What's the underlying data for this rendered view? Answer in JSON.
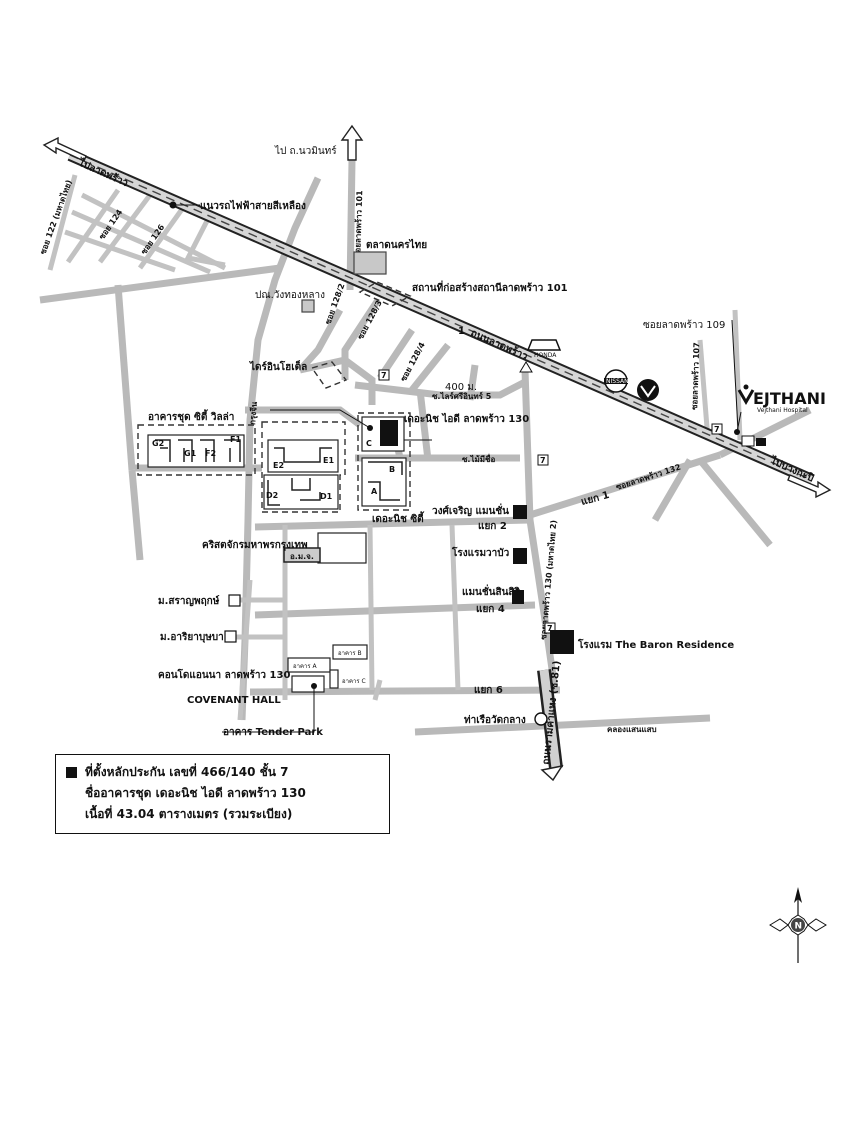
{
  "map": {
    "directions": {
      "to_lat_phrao": "ไปลาดพร้าว",
      "to_nawamin": "ไป ถ.นวมินทร์",
      "to_bang_kapi": "ไปบางกะปิ"
    },
    "roads": {
      "main_road": "ถนนลาดพร้าว",
      "main_road_number": "1",
      "ramkhamhaeng": "ถนนรามคำแหง (ซ.81)",
      "soi_122": "ซอย 122 (มหาดไทย)",
      "soi_124": "ซอย 124",
      "soi_126": "ซอย 126",
      "soi_101": "ซอยลาดพร้าว 101",
      "soi_128_2": "ซอย 128/2",
      "soi_128_3": "ซอย 128/3",
      "soi_128_4": "ซอย 128/4",
      "krungkhuen": "กรุงจีน",
      "soi_109": "ซอยลาดพร้าว 109",
      "soi_107": "ซอยลาดพร้าว 107",
      "soi_132": "ซอยลาดพร้าว 132",
      "soi_130": "ซอยลาดพร้าว 130 (มหาดไทย 2)",
      "sai_mi_sue": "ซ.ไม้มีชื่อ",
      "lai_sri_in_sor": "ซ.ไลร์ศรีอินทร์ 5",
      "yaek1": "แยก 1",
      "yaek2": "แยก 2",
      "yaek4": "แยก 4",
      "yaek6": "แยก 6",
      "canal": "คลองแสนแสบ",
      "distance": "400 ม."
    },
    "landmarks": {
      "yellow_line": "แนวรถไฟฟ้าสายสีเหลือง",
      "nakornthai_market": "ตลาดนครไทย",
      "station_site": "สถานที่ก่อสร้างสถานีลาดพร้าว 101",
      "wang_thong_lang": "ปณ.วังทองหลาง",
      "dry_rin": "ไดร์อินโฮเต็ล",
      "citi_villa": "อาคารชุด ซิตี้ วิลล่า",
      "the_niche_id": "เดอะนิช ไอดี ลาดพร้าว 130",
      "the_niche_citi": "เดอะนิช ซิตี้",
      "wongcharoen": "วงศ์เจริญ แมนชั่น",
      "church": "คริสตจักรมหาพรกรุงเทพ",
      "church_box": "อ.ม.จ.",
      "rama_bua": "โรงแรมวาบัว",
      "mansion_sinsiri": "แมนชั่นสินสิริ",
      "baron": "โรงแรม The Baron Residence",
      "saranphruek": "ม.สราญพฤกษ์",
      "arriya": "ม.อาริยาบุษบา",
      "condo_ana": "คอนโดแอนนา ลาดพร้าว 130",
      "covenant": "COVENANT HALL",
      "tender_park": "อาคาร Tender Park",
      "tha_ruea": "ท่าเรือวัดกลาง",
      "bldg_a": "อาคาร A",
      "bldg_b": "อาคาร B",
      "bldg_c": "อาคาร C",
      "vejthani": "EJTHANI",
      "vejthani_sub": "Vejthani Hospital",
      "honda": "HONDA",
      "nissan": "NISSAN",
      "citi_villa_blocks": [
        "G2",
        "G1",
        "F2",
        "F1"
      ],
      "e_blocks": [
        "E2",
        "E1"
      ],
      "d_blocks": [
        "D2",
        "D1"
      ],
      "niche_blocks": [
        "A",
        "B",
        "C"
      ],
      "seven_eleven": "7"
    },
    "compass": "N"
  },
  "legend": {
    "line1": "ที่ตั้งหลักประกัน เลขที่ 466/140 ชั้น 7",
    "line2": "ชื่ออาคารชุด เดอะนิช ไอดี ลาดพร้าว 130",
    "line3": "เนื้อที่ 43.04 ตารางเมตร (รวมระเบียง)"
  }
}
